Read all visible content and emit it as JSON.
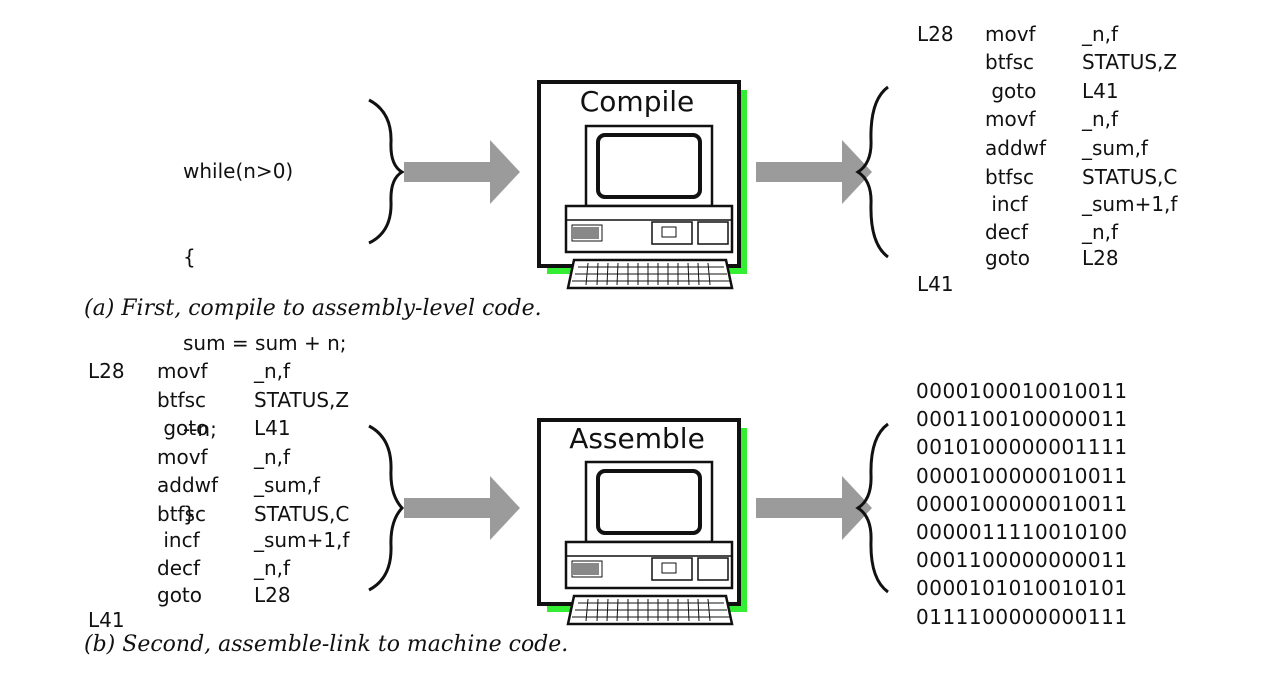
{
  "panel_a": {
    "source_code": [
      "while(n>0)",
      "{",
      "sum = sum + n;",
      "--n;",
      "}"
    ],
    "box_title": "Compile",
    "assembly": [
      [
        "L28",
        "movf",
        "_n,f"
      ],
      [
        "",
        "btfsc",
        "STATUS,Z"
      ],
      [
        "",
        " goto",
        "L41"
      ],
      [
        "",
        "movf",
        "_n,f"
      ],
      [
        "",
        "addwf",
        "_sum,f"
      ],
      [
        "",
        "btfsc",
        "STATUS,C"
      ],
      [
        "",
        " incf",
        "_sum+1,f"
      ],
      [
        "",
        "decf",
        "_n,f"
      ],
      [
        "",
        "goto",
        "L28"
      ],
      [
        "L41",
        "",
        ""
      ]
    ],
    "caption": "(a) First, compile to assembly-level code."
  },
  "panel_b": {
    "assembly": [
      [
        "L28",
        "movf",
        "_n,f"
      ],
      [
        "",
        "btfsc",
        "STATUS,Z"
      ],
      [
        "",
        " goto",
        "L41"
      ],
      [
        "",
        "movf",
        "_n,f"
      ],
      [
        "",
        "addwf",
        "_sum,f"
      ],
      [
        "",
        "btfsc",
        "STATUS,C"
      ],
      [
        "",
        " incf",
        "_sum+1,f"
      ],
      [
        "",
        "decf",
        "_n,f"
      ],
      [
        "",
        "goto",
        "L28"
      ],
      [
        "L41",
        "",
        ""
      ]
    ],
    "box_title": "Assemble",
    "machine_code": [
      "0000100010010011",
      "0001100100000011",
      "0010100000001111",
      "0000100000010011",
      "0000100000010011",
      "0000011110010100",
      "0001100000000011",
      "0000101010010101",
      "0111100000000111"
    ],
    "caption": "(b) Second, assemble-link to machine code."
  },
  "colors": {
    "shadow": "#33ee33",
    "arrow": "#9b9b9b",
    "ink": "#111111"
  },
  "icons": [
    "computer-icon",
    "arrow-right-icon",
    "brace-left-icon",
    "brace-right-icon"
  ]
}
